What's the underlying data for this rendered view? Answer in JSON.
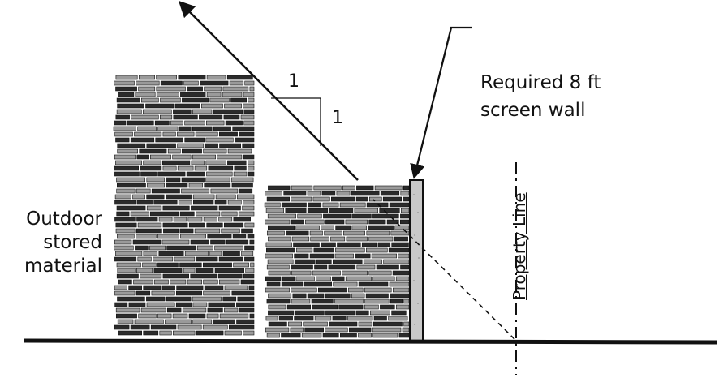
{
  "labels": {
    "stored_material": [
      "Outdoor",
      "stored",
      "material"
    ],
    "screen_wall": [
      "Required 8 ft",
      "screen wall"
    ],
    "property_line": "Property Line",
    "slope_run": "1",
    "slope_rise": "1"
  },
  "colors": {
    "ink": "#111111",
    "brick_dark": "#2b2b2b",
    "brick_light": "#9a9a9a",
    "wall": "#bdbdbd"
  }
}
